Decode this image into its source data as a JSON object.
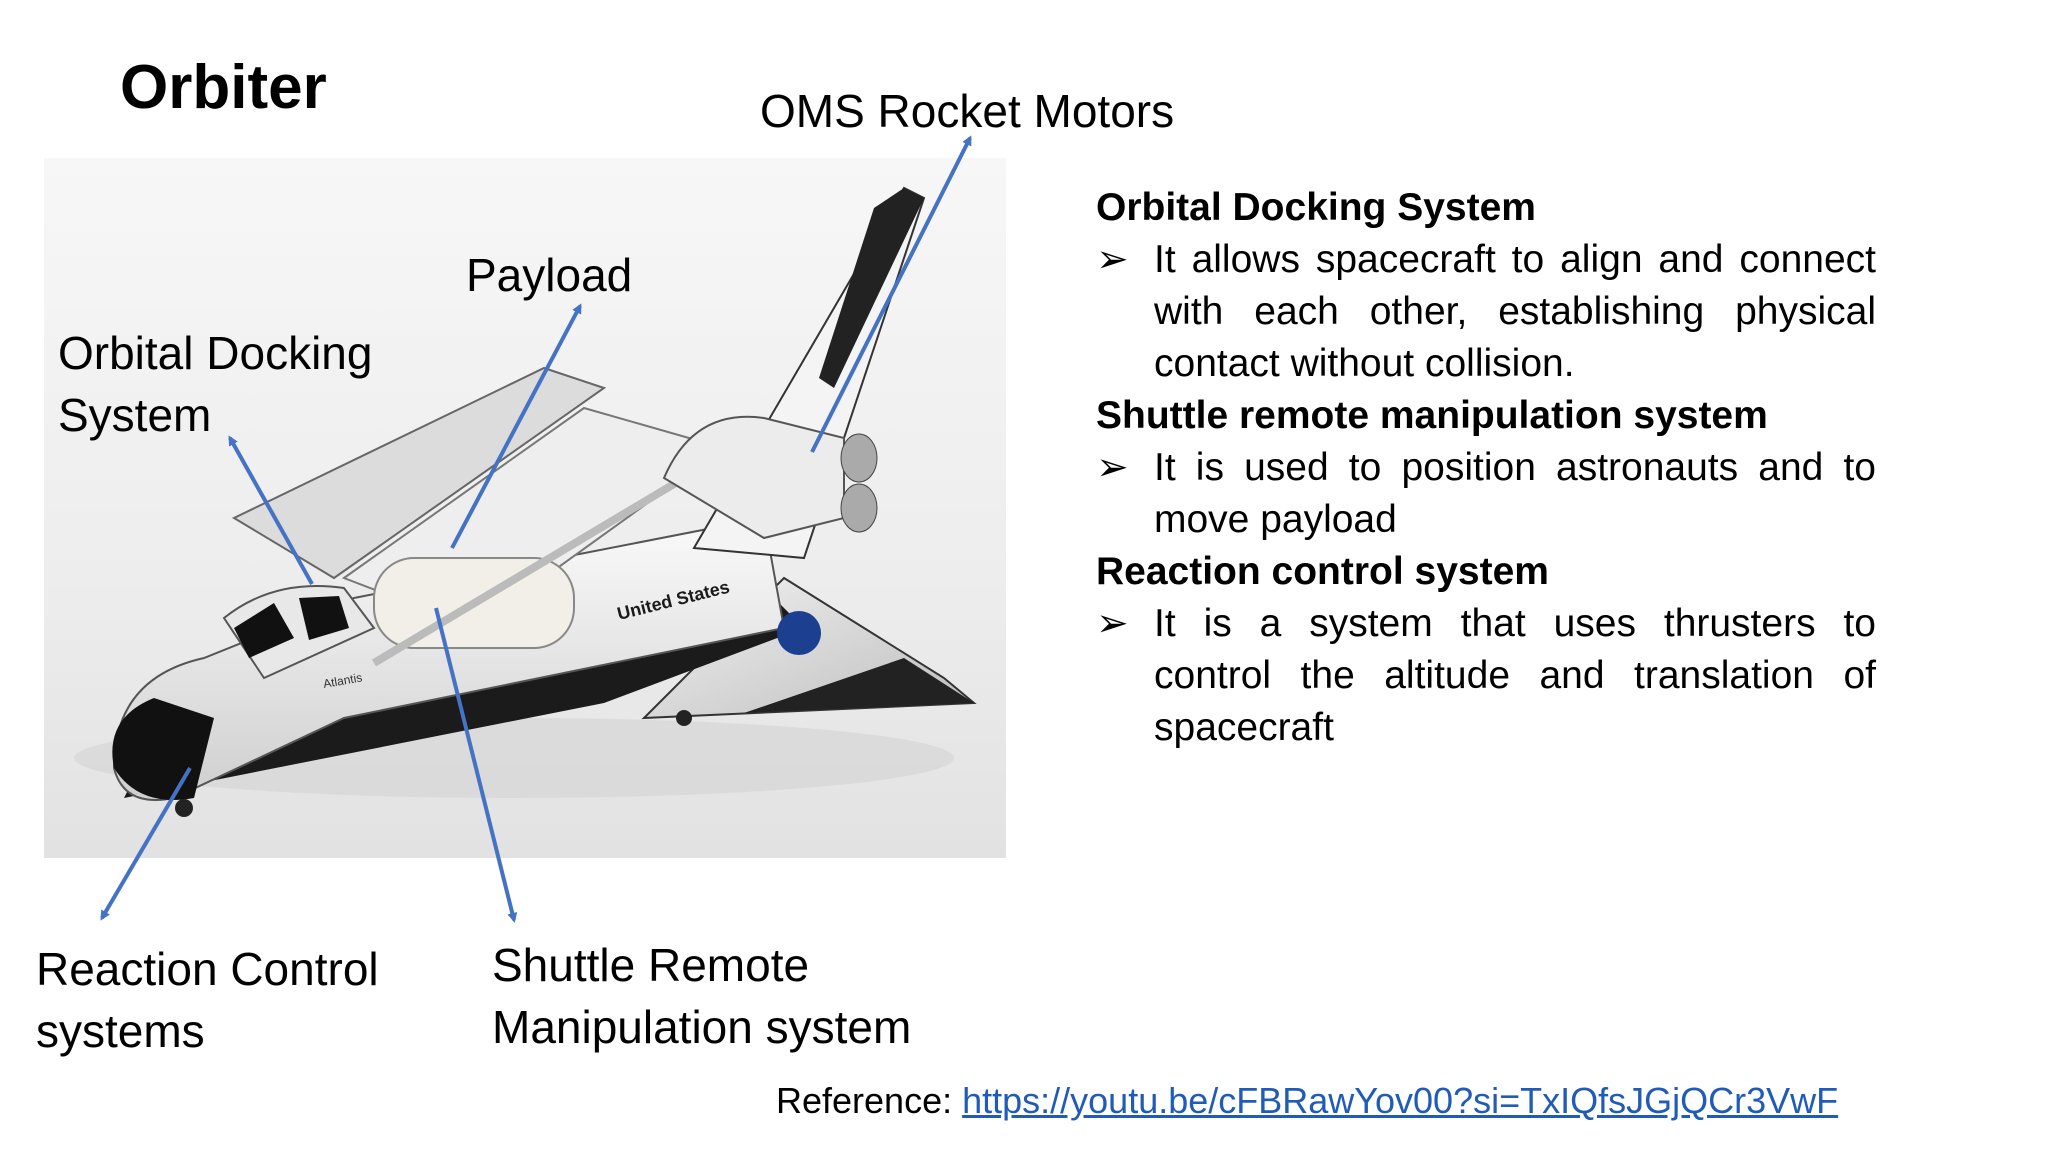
{
  "slide": {
    "title": "Orbiter",
    "labels": {
      "oms": "OMS Rocket Motors",
      "payload": "Payload",
      "docking_line1": "Orbital Docking",
      "docking_line2": "System",
      "rcs_line1": "Reaction Control",
      "rcs_line2": "systems",
      "srms_line1": "Shuttle Remote",
      "srms_line2": "Manipulation system"
    },
    "image": {
      "markings": [
        "United States",
        "Atlantis"
      ]
    },
    "descriptions": [
      {
        "heading": "Orbital Docking System",
        "bullet": "It allows spacecraft to align and connect with each other, establishing physical contact without collision."
      },
      {
        "heading": "Shuttle remote manipulation system",
        "bullet": "It is used to position astronauts and to move payload"
      },
      {
        "heading": "Reaction control system",
        "bullet": "It is a system that uses thrusters to control the altitude and translation of spacecraft"
      }
    ],
    "bullet_glyph": "➢",
    "reference": {
      "label": "Reference: ",
      "link": "https://youtu.be/cFBRawYov00?si=TxIQfsJGjQCr3VwF"
    },
    "colors": {
      "arrow": "#4472c4",
      "link": "#1f5bb7"
    }
  }
}
